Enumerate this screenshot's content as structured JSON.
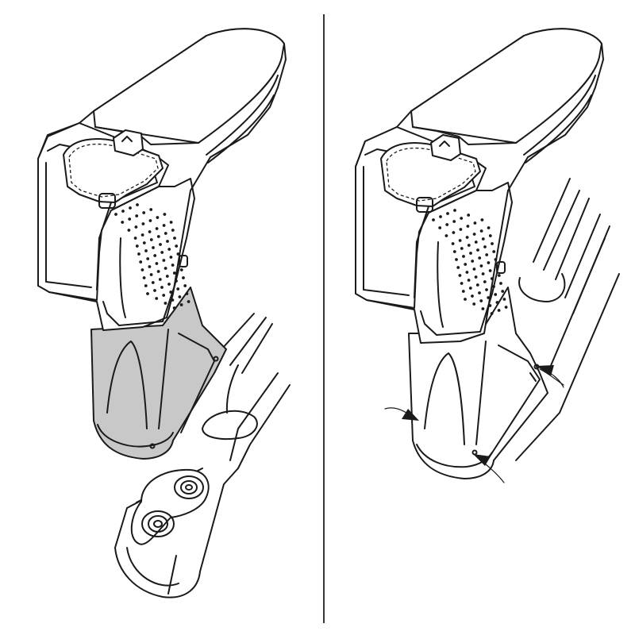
{
  "colors": {
    "line": "#1a1a1a",
    "background": "#ffffff",
    "highlight_fill": "#c8c8c8",
    "divider": "#333333"
  },
  "panels": [
    {
      "id": "step-before",
      "highlighted_part": "mounting-base",
      "icon": "armrest-illustration"
    },
    {
      "id": "step-after",
      "marked_points": 3,
      "icon": "armrest-illustration-with-arrows"
    }
  ]
}
